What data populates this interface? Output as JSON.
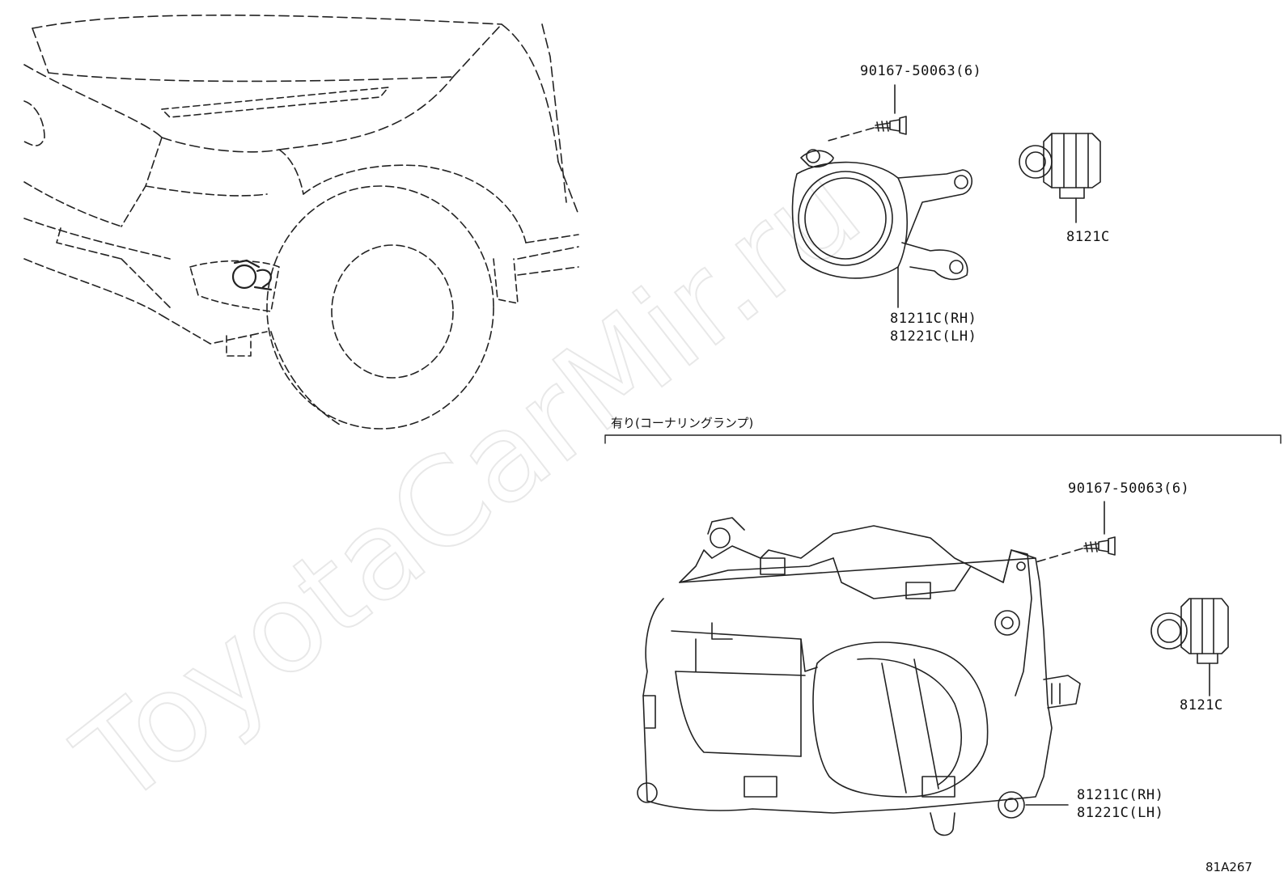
{
  "watermark": "ToyotaCarMir.ru",
  "diagram_id": "81A267",
  "section_title": "有り(コーナリングランプ)",
  "upper": {
    "screw_part": "90167-50063(6)",
    "bulb_part": "8121C",
    "lamp_rh": "81211C(RH)",
    "lamp_lh": "81221C(LH)"
  },
  "lower": {
    "screw_part": "90167-50063(6)",
    "bulb_part": "8121C",
    "lamp_rh": "81211C(RH)",
    "lamp_lh": "81221C(LH)"
  }
}
